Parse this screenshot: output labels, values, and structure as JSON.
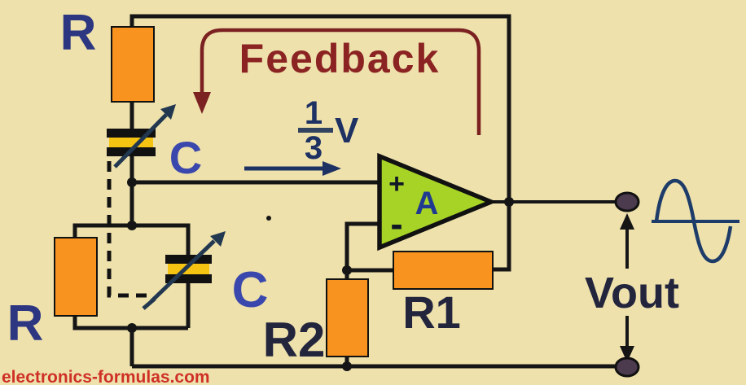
{
  "colors": {
    "background": "#eee1ac",
    "wire": "#151515",
    "resistor_fill": "#f7931e",
    "capacitor_fill": "#f5c413",
    "opamp_fill": "#a7d327",
    "feedback_stroke": "#7b2121",
    "feedback_text": "#8b2323",
    "signal_navy": "#1d3163",
    "fraction_bar": "#32435f",
    "cap_arrow": "#223850",
    "label_blue": "#3a47ad",
    "label_navy": "#2c3681",
    "label_dark": "#23253d",
    "opamp_sign": "#101826",
    "opamp_gain_color": "#203a8f",
    "sine_color": "#1e3c69",
    "terminal_fill": "#4c3a4e",
    "watermark_red": "#cf3026"
  },
  "labels": {
    "feedback": "Feedback",
    "fraction_numerator": "1",
    "fraction_denominator": "3",
    "voltage_unit": "V",
    "resistor_top": "R",
    "resistor_bottom": "R",
    "capacitor_top": "C",
    "capacitor_bottom": "C",
    "r1": "R1",
    "r2": "R2",
    "opamp_plus": "+",
    "opamp_minus": "-",
    "opamp_gain": "A",
    "vout": "Vout",
    "watermark": "electronics-formulas.com"
  }
}
